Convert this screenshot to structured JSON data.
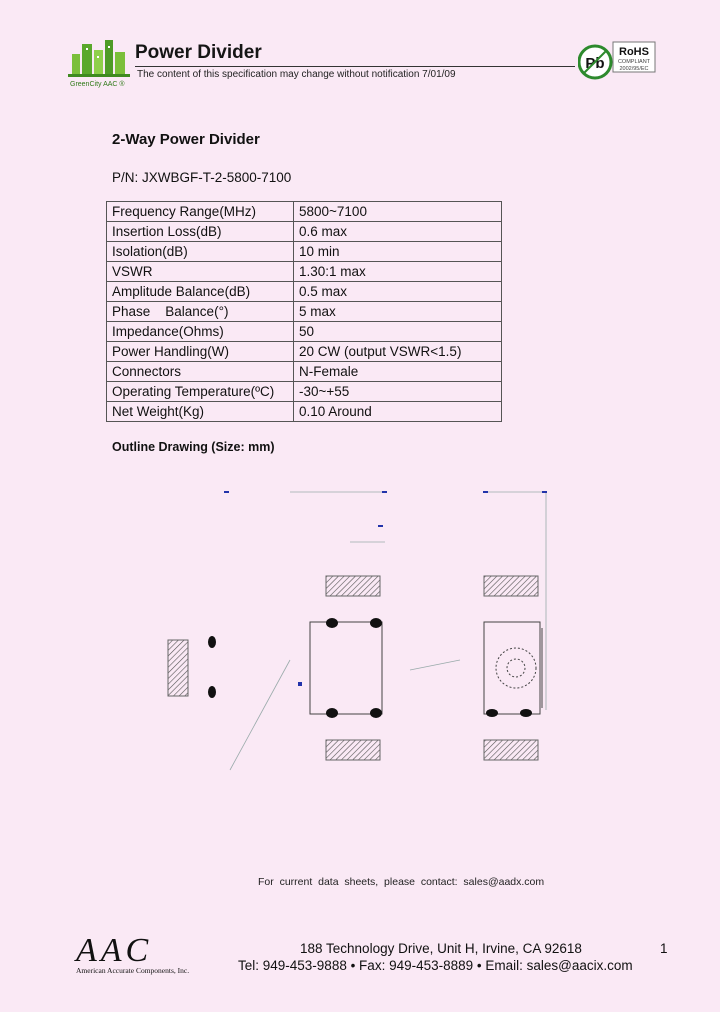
{
  "header": {
    "logo_text": "GreenCity AAC",
    "title": "Power Divider",
    "notice": "The content of this specification may change without notification 7/01/09",
    "rohs_label": "RoHS",
    "rohs_sub1": "COMPLIANT",
    "rohs_sub2": "2002/95/EC",
    "pb_label": "Pb"
  },
  "product": {
    "section_title": "2-Way Power Divider",
    "part_number": "P/N: JXWBGF-T-2-5800-7100"
  },
  "specs": [
    {
      "param": "Frequency Range(MHz)",
      "value": "5800~7100"
    },
    {
      "param": "Insertion Loss(dB)",
      "value": "0.6 max"
    },
    {
      "param": "Isolation(dB)",
      "value": "10 min"
    },
    {
      "param": "VSWR",
      "value": "1.30:1 max"
    },
    {
      "param": "Amplitude Balance(dB)",
      "value": "0.5 max"
    },
    {
      "param": "Phase    Balance(°)",
      "value": "5 max"
    },
    {
      "param": "Impedance(Ohms)",
      "value": "50"
    },
    {
      "param": "Power Handling(W)",
      "value": "20 CW (output VSWR<1.5)"
    },
    {
      "param": "Connectors",
      "value": "N-Female"
    },
    {
      "param": "Operating Temperature(ºC)",
      "value": "-30~+55"
    },
    {
      "param": "Net Weight(Kg)",
      "value": "0.10 Around"
    }
  ],
  "outline": {
    "heading": "Outline Drawing (Size: mm)"
  },
  "footer": {
    "contact_line": "For  current  data  sheets,  please  contact:  sales@aadx.com",
    "company_logo": "AAC",
    "company_name": "American Accurate Components, Inc.",
    "address": "188 Technology Drive, Unit H, Irvine, CA 92618",
    "phones": "Tel: 949-453-9888 • Fax: 949-453-8889 • Email: sales@aacix.com",
    "page_number": "1"
  }
}
